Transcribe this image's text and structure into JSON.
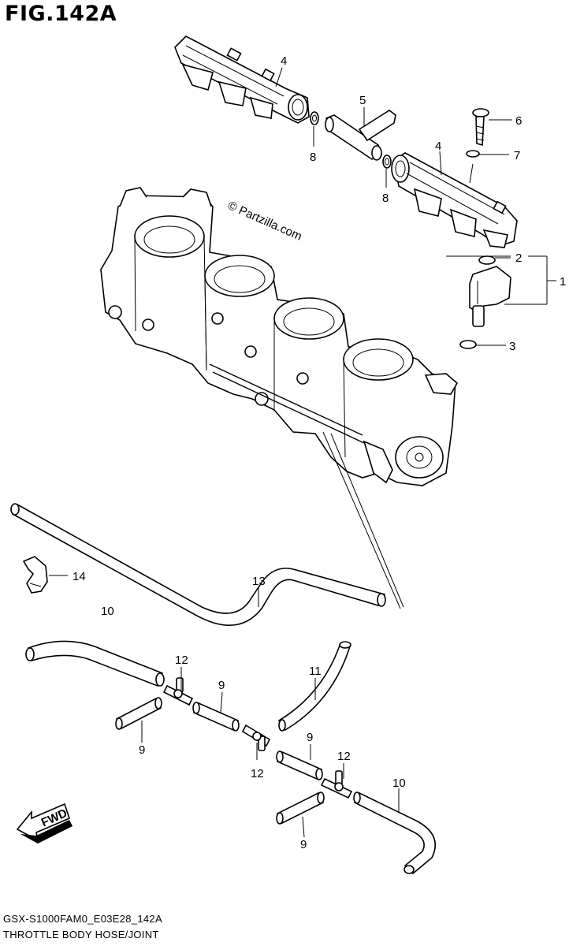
{
  "figure": {
    "title": "FIG.142A",
    "watermark": "© Partzilla.com",
    "direction_arrow_label": "FWD"
  },
  "callouts": [
    {
      "id": "c1",
      "label": "1"
    },
    {
      "id": "c2",
      "label": "2"
    },
    {
      "id": "c3",
      "label": "3"
    },
    {
      "id": "c4a",
      "label": "4"
    },
    {
      "id": "c4b",
      "label": "4"
    },
    {
      "id": "c5",
      "label": "5"
    },
    {
      "id": "c6",
      "label": "6"
    },
    {
      "id": "c7",
      "label": "7"
    },
    {
      "id": "c8a",
      "label": "8"
    },
    {
      "id": "c8b",
      "label": "8"
    },
    {
      "id": "c9a",
      "label": "9"
    },
    {
      "id": "c9b",
      "label": "9"
    },
    {
      "id": "c9c",
      "label": "9"
    },
    {
      "id": "c9d",
      "label": "9"
    },
    {
      "id": "c10a",
      "label": "10"
    },
    {
      "id": "c10b",
      "label": "10"
    },
    {
      "id": "c11",
      "label": "11"
    },
    {
      "id": "c12a",
      "label": "12"
    },
    {
      "id": "c12b",
      "label": "12"
    },
    {
      "id": "c12c",
      "label": "12"
    },
    {
      "id": "c13",
      "label": "13"
    },
    {
      "id": "c14",
      "label": "14"
    }
  ],
  "footer": {
    "code": "GSX-S1000FAM0_E03E28_142A",
    "caption": "THROTTLE BODY HOSE/JOINT"
  }
}
